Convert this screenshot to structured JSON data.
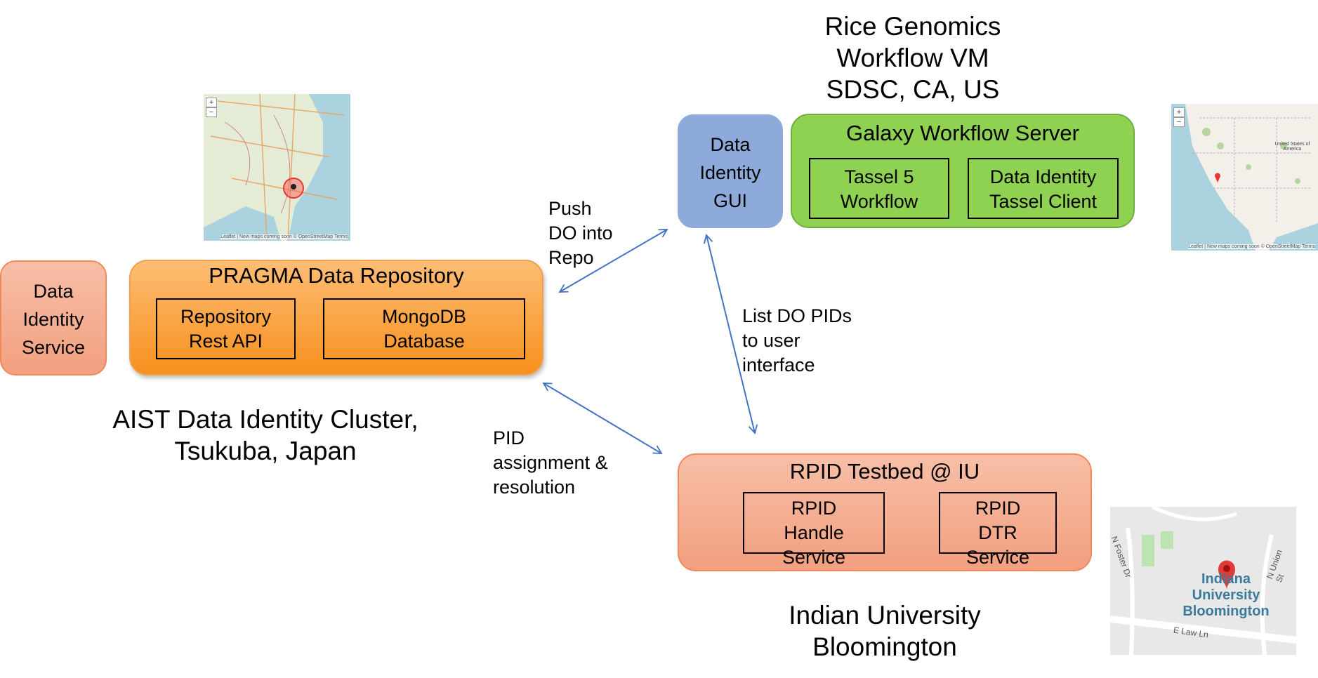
{
  "captions": {
    "rice": [
      "Rice Genomics",
      "Workflow VM",
      "SDSC, CA, US"
    ],
    "aist": [
      "AIST Data Identity Cluster,",
      "Tsukuba, Japan"
    ],
    "iu": [
      "Indian University",
      "Bloomington"
    ]
  },
  "nodes": {
    "data_identity_service": [
      "Data",
      "Identity",
      "Service"
    ],
    "pragma_repo": {
      "title": "PRAGMA Data Repository",
      "rest_api": [
        "Repository",
        "Rest API"
      ],
      "mongodb": [
        "MongoDB",
        "Database"
      ]
    },
    "data_identity_gui": [
      "Data",
      "Identity",
      "GUI"
    ],
    "galaxy": {
      "title": "Galaxy Workflow Server",
      "tassel5": [
        "Tassel 5",
        "Workflow"
      ],
      "tassel_client": [
        "Data Identity",
        "Tassel Client"
      ]
    },
    "rpid": {
      "title": "RPID Testbed @ IU",
      "handle": [
        "RPID",
        "Handle",
        "Service"
      ],
      "dtr": [
        "RPID",
        "DTR",
        "Service"
      ]
    }
  },
  "edges": {
    "push": [
      "Push",
      "DO into",
      "Repo"
    ],
    "list": [
      "List DO PIDs",
      "to user",
      "interface"
    ],
    "pid": [
      "PID",
      "assignment &",
      "resolution"
    ]
  },
  "maps": {
    "japan": {
      "attribution": "Leaflet | New maps coming soon © OpenStreetMap Terms"
    },
    "us": {
      "country_label": "United States of America",
      "attribution": "Leaflet | New maps coming soon © OpenStreetMap Terms"
    },
    "iu": {
      "place_label": [
        "Indiana",
        "University",
        "Bloomington"
      ],
      "streets": [
        "N Foster Dr",
        "N Union St",
        "E Law Ln"
      ]
    }
  },
  "colors": {
    "repo_orange": "#f7901e",
    "salmon": "#f29f7f",
    "gui_blue": "#8eaadb",
    "galaxy_green": "#8fd150",
    "arrow_blue": "#4472c4"
  }
}
